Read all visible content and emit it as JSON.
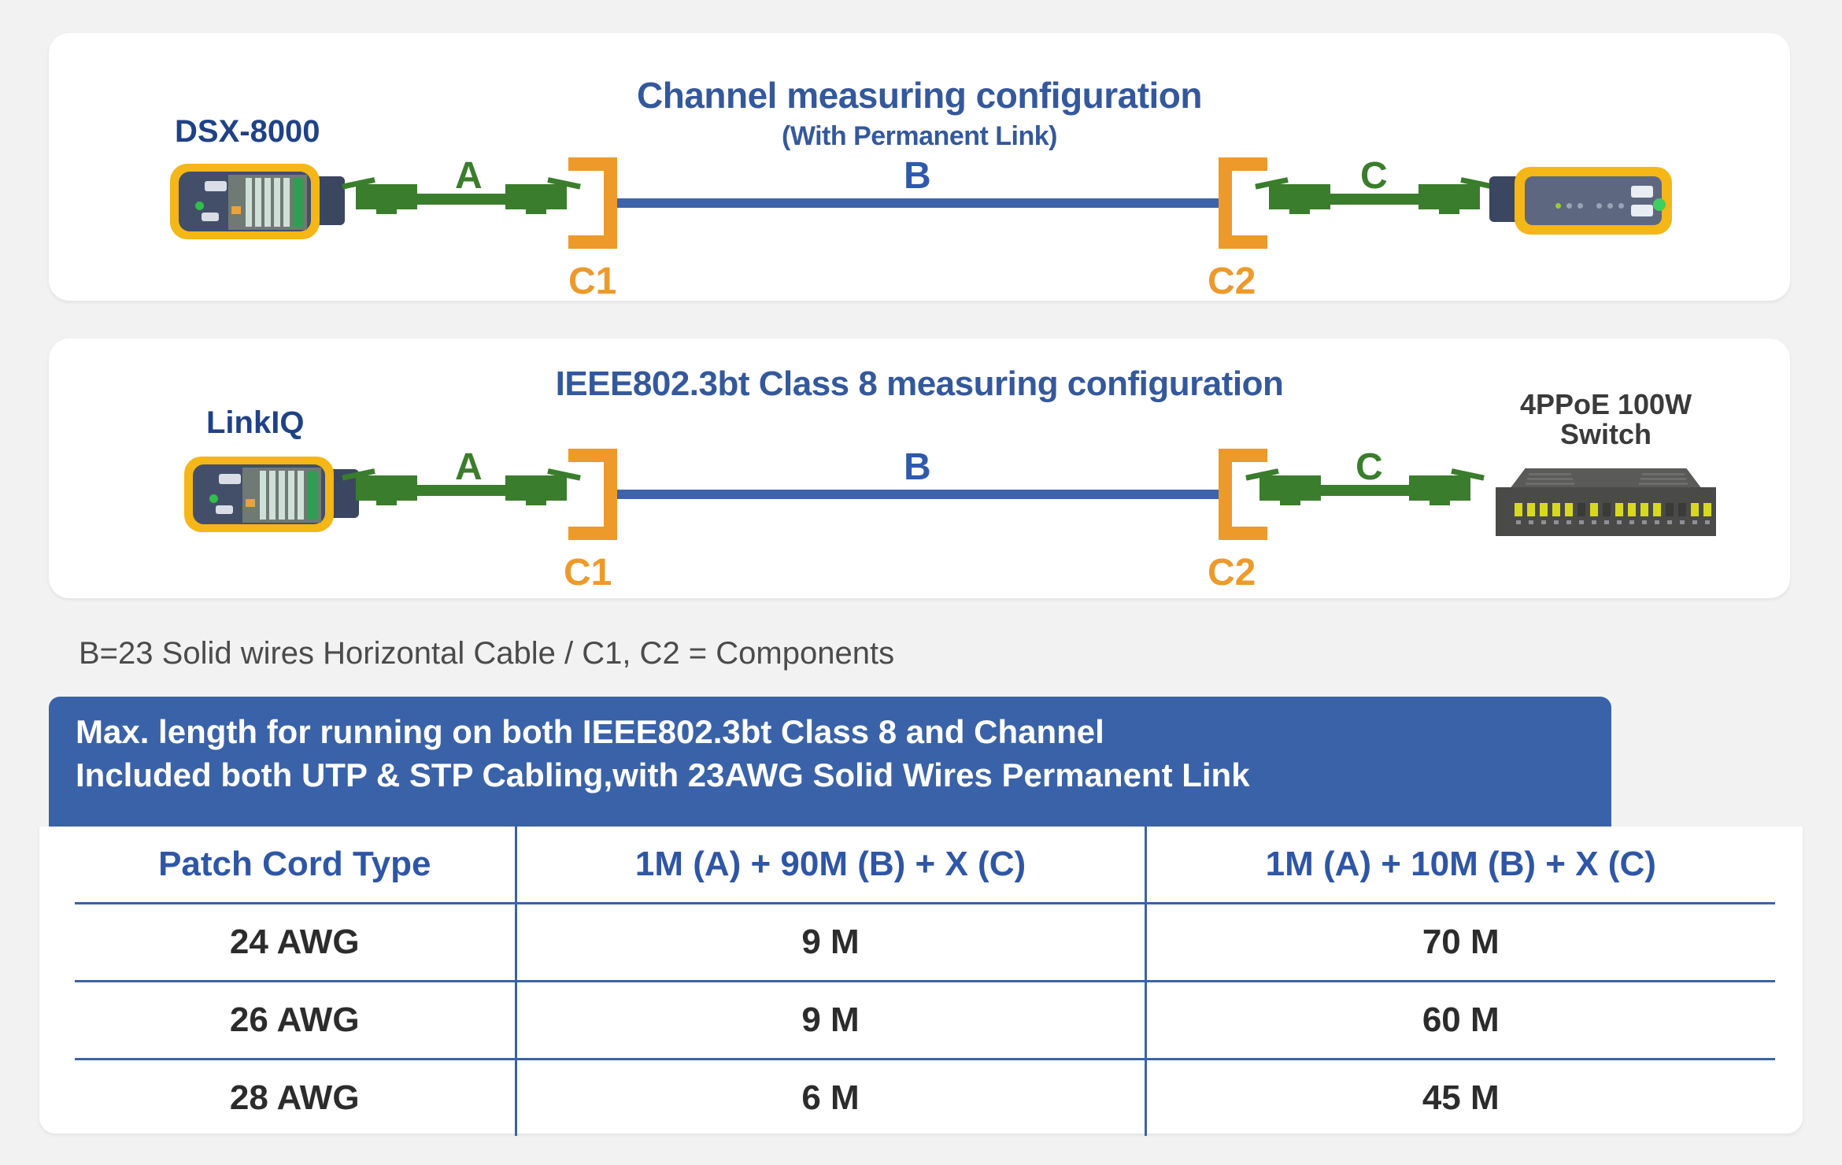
{
  "panels": {
    "channel": {
      "title": "Channel measuring configuration",
      "subtitle": "(With Permanent Link)",
      "left_device_label": "DSX-8000",
      "segments": {
        "a": "A",
        "b": "B",
        "c": "C"
      },
      "components": {
        "c1": "C1",
        "c2": "C2"
      }
    },
    "ieee": {
      "title": "IEEE802.3bt Class 8 measuring configuration",
      "left_device_label": "LinkIQ",
      "right_device_label": "4PPoE 100W\nSwitch",
      "right_device_label_line1": "4PPoE 100W",
      "right_device_label_line2": "Switch",
      "segments": {
        "a": "A",
        "b": "B",
        "c": "C"
      },
      "components": {
        "c1": "C1",
        "c2": "C2"
      }
    }
  },
  "note": "B=23 Solid wires Horizontal Cable  /  C1, C2 = Components",
  "banner": {
    "line1": "Max. length for running on both IEEE802.3bt Class 8 and Channel",
    "line2": "Included both UTP & STP Cabling,with 23AWG Solid Wires Permanent Link"
  },
  "table": {
    "headers": [
      "Patch Cord Type",
      "1M (A) + 90M (B) + X (C)",
      "1M (A) + 10M (B) + X (C)"
    ],
    "rows": [
      [
        "24 AWG",
        "9 M",
        "70 M"
      ],
      [
        "26 AWG",
        "9 M",
        "60 M"
      ],
      [
        "28 AWG",
        "6 M",
        "45 M"
      ]
    ]
  },
  "colors": {
    "title_blue": "#34589c",
    "label_blue": "#1f4287",
    "segment_green": "#3a7d2c",
    "component_orange": "#ed9a2b",
    "cable_blue": "#3d63ab",
    "banner_blue": "#3a62a8",
    "page_bg": "#f2f2f2"
  }
}
